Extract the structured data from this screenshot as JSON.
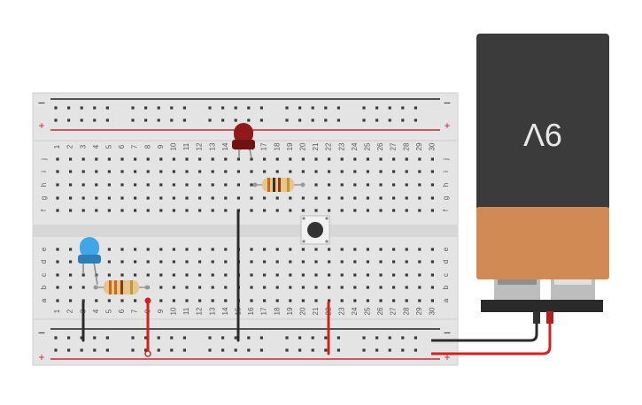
{
  "breadboard": {
    "rail_minus": "−",
    "rail_plus": "+",
    "columns": [
      "1",
      "2",
      "3",
      "4",
      "5",
      "6",
      "7",
      "8",
      "9",
      "10",
      "11",
      "12",
      "13",
      "14",
      "15",
      "16",
      "17",
      "18",
      "19",
      "20",
      "21",
      "22",
      "23",
      "24",
      "25",
      "26",
      "27",
      "28",
      "29",
      "30"
    ],
    "upper_rows": [
      "j",
      "i",
      "h",
      "g",
      "f"
    ],
    "lower_rows": [
      "e",
      "d",
      "c",
      "b",
      "a"
    ],
    "colors": {
      "board": "#e6e6e6",
      "rail_red": "#c8283a",
      "rail_black": "#222222",
      "hole": "#3a3a3a"
    }
  },
  "battery": {
    "label": "9V",
    "colors": {
      "body": "#3b3b3b",
      "band": "#d18a53",
      "cap": "#2a2a2a",
      "terminal": "#bdbdbd"
    }
  },
  "components": {
    "red_led": {
      "color": "#8e1a1a"
    },
    "blue_led": {
      "color": "#3fa6e8"
    },
    "resistor_upper": {
      "color": "#e9c48b"
    },
    "resistor_lower": {
      "color": "#e9c48b"
    },
    "push_button": {
      "color": "#444444"
    }
  },
  "wires": {
    "black_color": "#2b2b2b",
    "red_color": "#d42020"
  }
}
